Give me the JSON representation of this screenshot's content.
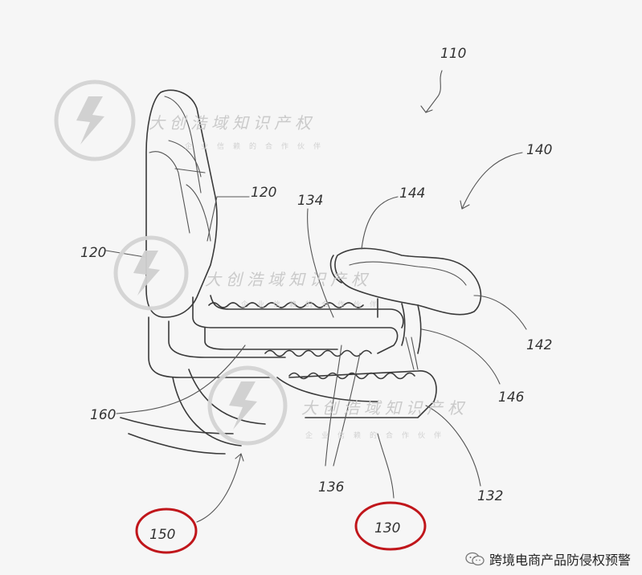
{
  "labels": {
    "l110": "110",
    "l140": "140",
    "l120_top": "120",
    "l134": "134",
    "l144": "144",
    "l120_left": "120",
    "l142": "142",
    "l146": "146",
    "l160": "160",
    "l136": "136",
    "l132": "132",
    "l150": "150",
    "l130": "130"
  },
  "watermark": {
    "text": "大创浩域知识产权",
    "subtext": "企业信赖的合作伙伴"
  },
  "footer": {
    "text": "跨境电商产品防侵权预警"
  },
  "colors": {
    "highlight_circle": "#c0161b",
    "ink": "#3a3a3a",
    "watermark": "#c8c8c8"
  }
}
